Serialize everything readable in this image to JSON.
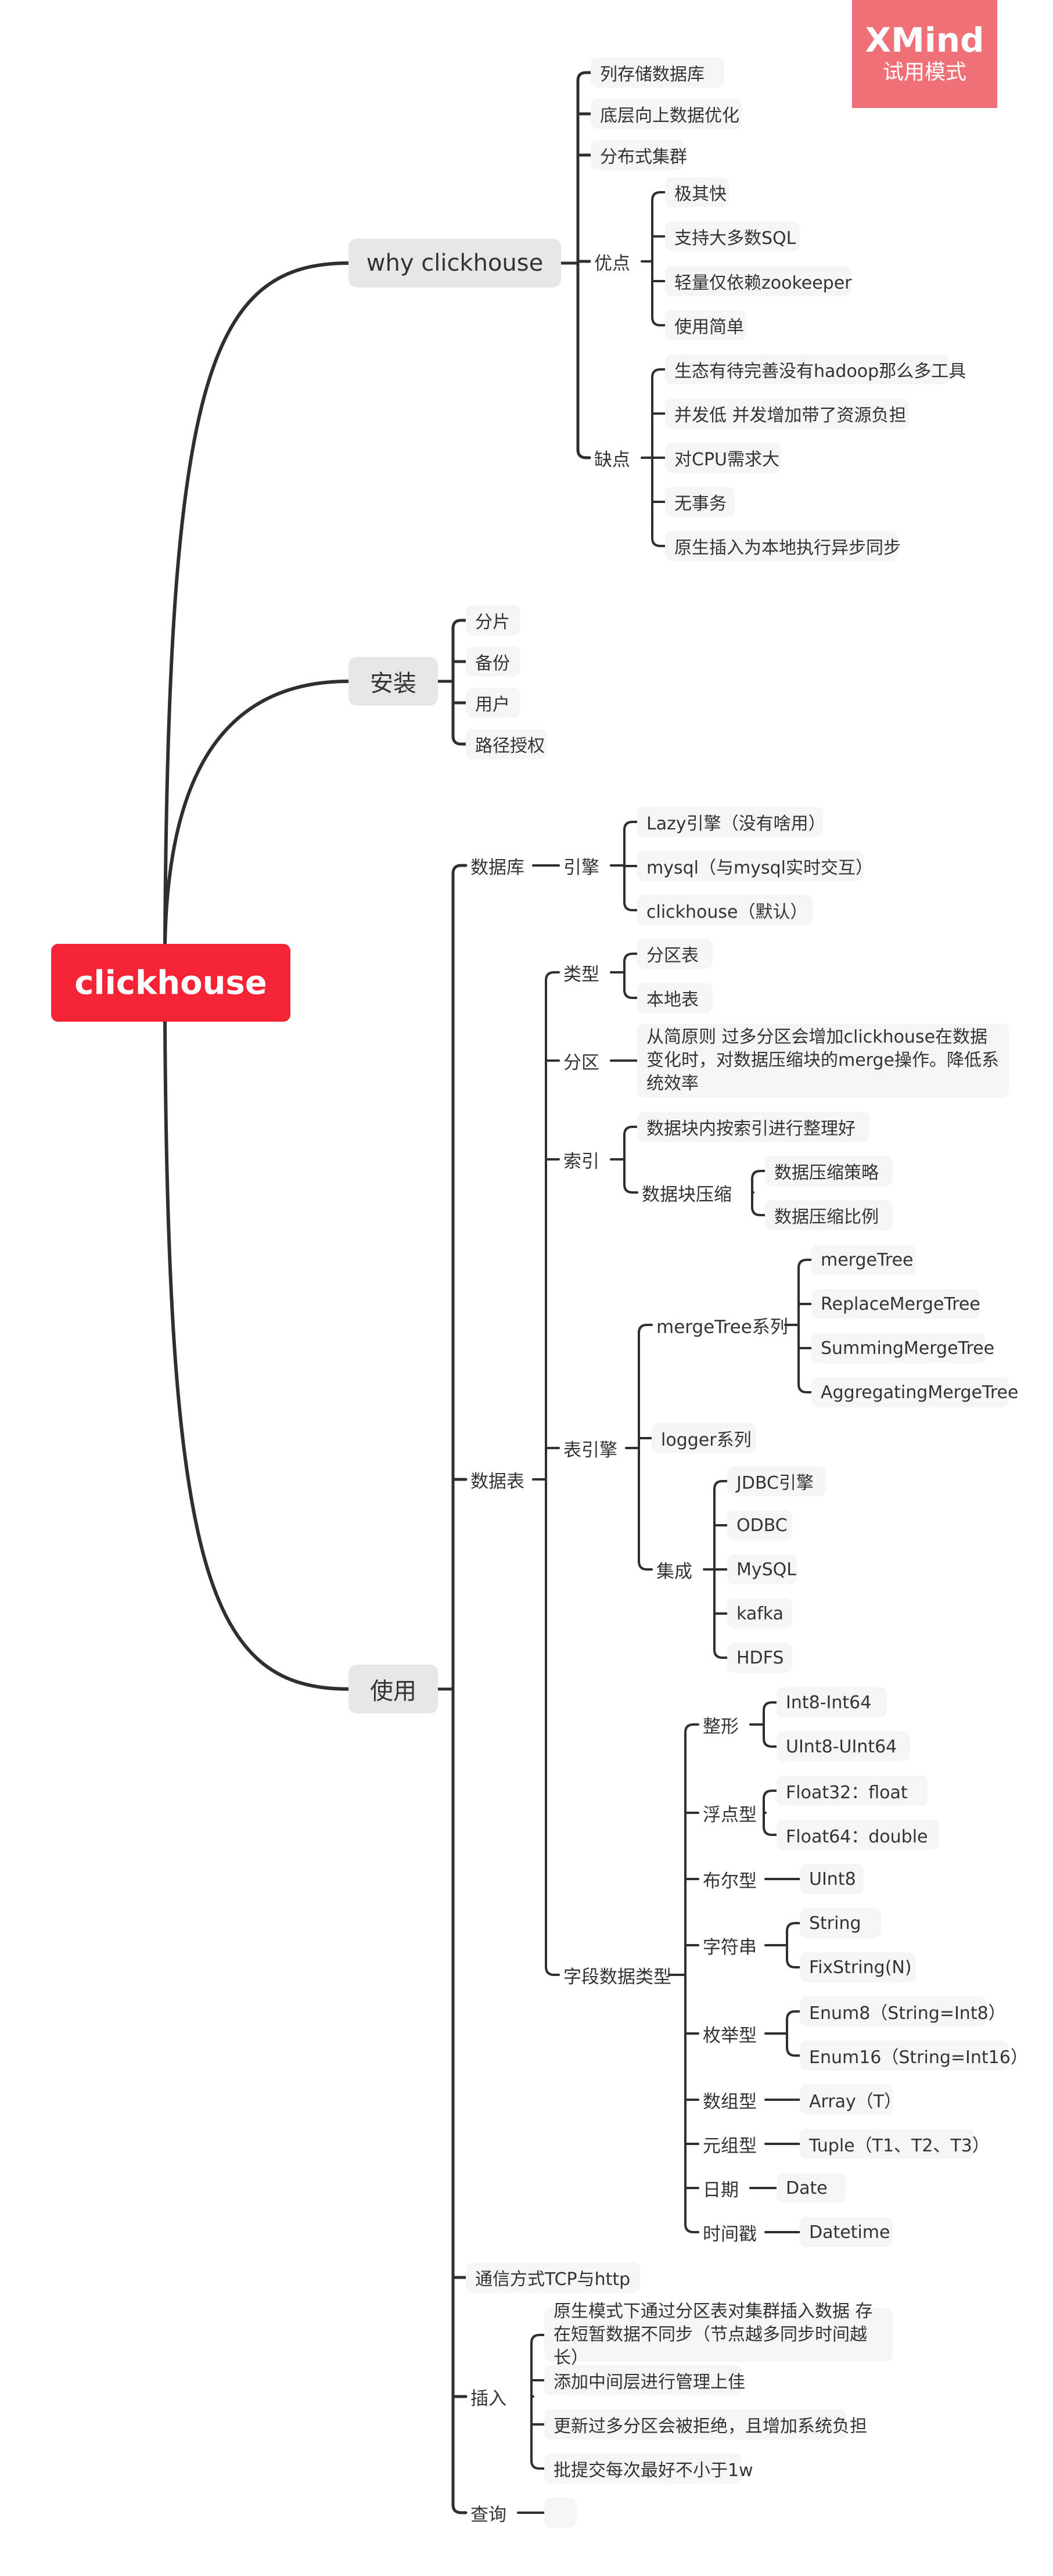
{
  "watermark": {
    "brand": "XMind",
    "mode": "试用模式"
  },
  "map": {
    "text": "clickhouse",
    "children": [
      {
        "text": "why clickhouse",
        "children": [
          {
            "text": "列存储数据库"
          },
          {
            "text": "底层向上数据优化"
          },
          {
            "text": "分布式集群"
          },
          {
            "text": "优点",
            "children": [
              {
                "text": "极其快"
              },
              {
                "text": "支持大多数SQL"
              },
              {
                "text": "轻量仅依赖zookeeper"
              },
              {
                "text": "使用简单"
              }
            ]
          },
          {
            "text": "缺点",
            "children": [
              {
                "text": "生态有待完善没有hadoop那么多工具"
              },
              {
                "text": "并发低 并发增加带了资源负担"
              },
              {
                "text": "对CPU需求大"
              },
              {
                "text": "无事务"
              },
              {
                "text": "原生插入为本地执行异步同步"
              }
            ]
          }
        ]
      },
      {
        "text": "安装",
        "children": [
          {
            "text": "分片"
          },
          {
            "text": "备份"
          },
          {
            "text": "用户"
          },
          {
            "text": "路径授权"
          }
        ]
      },
      {
        "text": "使用",
        "children": [
          {
            "text": "数据库",
            "children": [
              {
                "text": "引擎",
                "children": [
                  {
                    "text": "Lazy引擎（没有啥用）"
                  },
                  {
                    "text": "mysql（与mysql实时交互）"
                  },
                  {
                    "text": "clickhouse（默认）"
                  }
                ]
              }
            ]
          },
          {
            "text": "数据表",
            "children": [
              {
                "text": "类型",
                "children": [
                  {
                    "text": "分区表"
                  },
                  {
                    "text": "本地表"
                  }
                ]
              },
              {
                "text": "分区",
                "children": [
                  {
                    "text": "从简原则  过多分区会增加clickhouse在数据变化时，对数据压缩块的merge操作。降低系统效率"
                  }
                ]
              },
              {
                "text": "索引",
                "children": [
                  {
                    "text": "数据块内按索引进行整理好"
                  },
                  {
                    "text": "数据块压缩",
                    "children": [
                      {
                        "text": "数据压缩策略"
                      },
                      {
                        "text": "数据压缩比例"
                      }
                    ]
                  }
                ]
              },
              {
                "text": "表引擎",
                "children": [
                  {
                    "text": "mergeTree系列",
                    "children": [
                      {
                        "text": "mergeTree"
                      },
                      {
                        "text": "ReplaceMergeTree"
                      },
                      {
                        "text": "SummingMergeTree"
                      },
                      {
                        "text": "AggregatingMergeTree"
                      }
                    ]
                  },
                  {
                    "text": "logger系列"
                  },
                  {
                    "text": "集成",
                    "children": [
                      {
                        "text": "JDBC引擎"
                      },
                      {
                        "text": "ODBC"
                      },
                      {
                        "text": "MySQL"
                      },
                      {
                        "text": "kafka"
                      },
                      {
                        "text": "HDFS"
                      }
                    ]
                  }
                ]
              },
              {
                "text": "字段数据类型",
                "children": [
                  {
                    "text": "整形",
                    "children": [
                      {
                        "text": "Int8-Int64"
                      },
                      {
                        "text": "UInt8-UInt64"
                      }
                    ]
                  },
                  {
                    "text": "浮点型",
                    "children": [
                      {
                        "text": "Float32：float"
                      },
                      {
                        "text": "Float64：double"
                      }
                    ]
                  },
                  {
                    "text": "布尔型",
                    "children": [
                      {
                        "text": "UInt8"
                      }
                    ]
                  },
                  {
                    "text": "字符串",
                    "children": [
                      {
                        "text": "String"
                      },
                      {
                        "text": "FixString(N)"
                      }
                    ]
                  },
                  {
                    "text": "枚举型",
                    "children": [
                      {
                        "text": "Enum8（String=Int8）"
                      },
                      {
                        "text": "Enum16（String=Int16）"
                      }
                    ]
                  },
                  {
                    "text": "数组型",
                    "children": [
                      {
                        "text": "Array（T）"
                      }
                    ]
                  },
                  {
                    "text": "元组型",
                    "children": [
                      {
                        "text": "Tuple（T1、T2、T3）"
                      }
                    ]
                  },
                  {
                    "text": "日期",
                    "children": [
                      {
                        "text": "Date"
                      }
                    ]
                  },
                  {
                    "text": "时间戳",
                    "children": [
                      {
                        "text": "Datetime"
                      }
                    ]
                  }
                ]
              }
            ]
          },
          {
            "text": "通信方式TCP与http"
          },
          {
            "text": "插入",
            "children": [
              {
                "text": "原生模式下通过分区表对集群插入数据  存在短暂数据不同步（节点越多同步时间越长）"
              },
              {
                "text": "添加中间层进行管理上佳"
              },
              {
                "text": "更新过多分区会被拒绝，且增加系统负担"
              },
              {
                "text": "批提交每次最好不小于1w"
              }
            ]
          },
          {
            "text": "查询",
            "children": [
              {
                "text": ""
              }
            ]
          }
        ]
      }
    ]
  }
}
